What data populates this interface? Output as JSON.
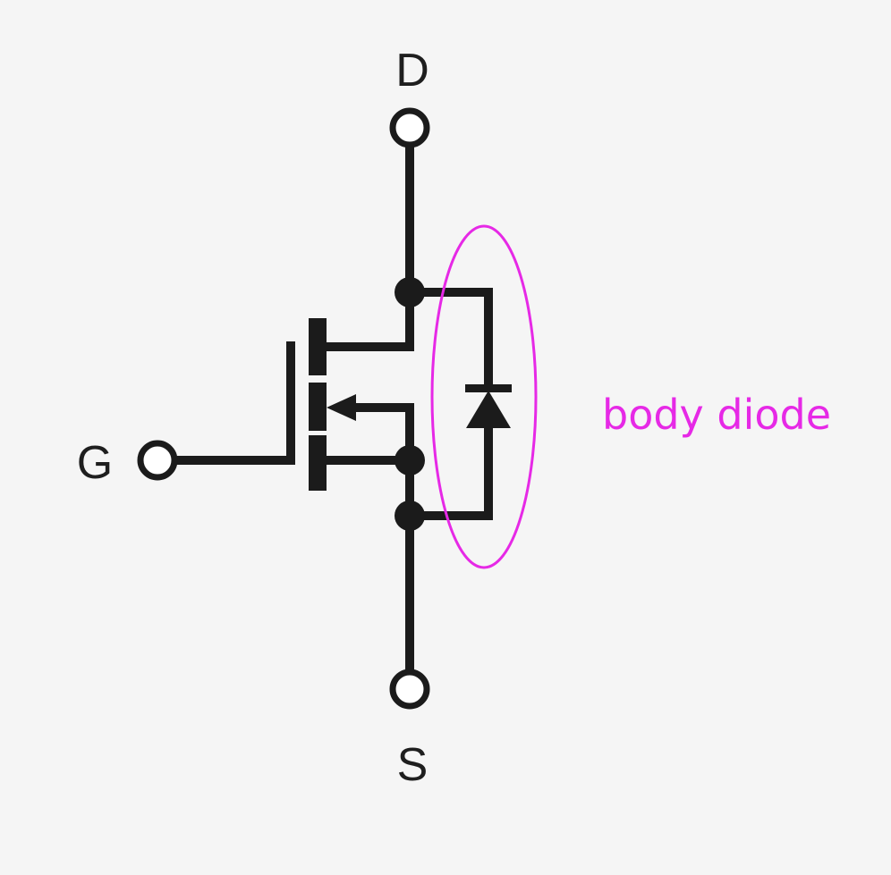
{
  "diagram": {
    "pins": {
      "drain": "D",
      "gate": "G",
      "source": "S"
    },
    "annotation": {
      "label": "body diode",
      "color": "#e629e6"
    },
    "colors": {
      "background": "#f5f5f5",
      "stroke": "#1b1b1b"
    }
  }
}
